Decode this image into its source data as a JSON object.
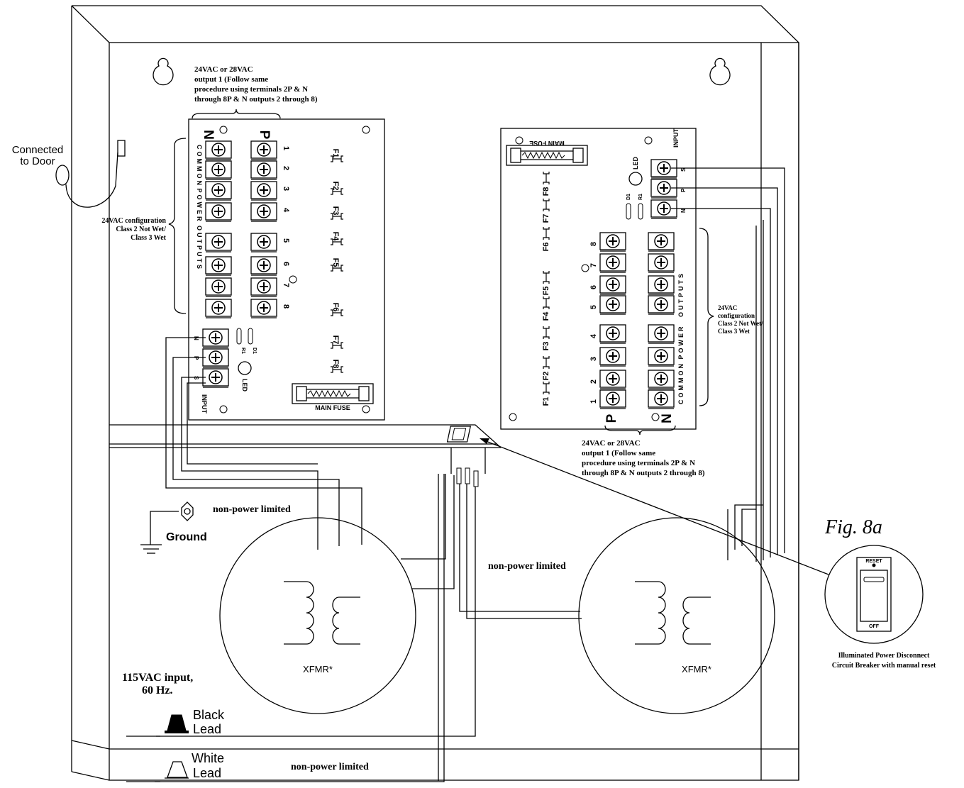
{
  "labels": {
    "connected": "Connected",
    "to_door": "to Door",
    "left_output_1": "24VAC or 28VAC",
    "left_output_2": "output 1 (Follow same",
    "left_output_3": "procedure using terminals 2P & N",
    "left_output_4": "through 8P & N outputs 2 through 8)",
    "left_config_1": "24VAC configuration",
    "left_config_2": "Class 2 Not Wet/",
    "left_config_3": "Class 3 Wet",
    "right_output_1": "24VAC or 28VAC",
    "right_output_2": "output 1 (Follow same",
    "right_output_3": "procedure using terminals 2P & N",
    "right_output_4": "through 8P & N outputs 2 through 8)",
    "right_config_1": "24VAC",
    "right_config_2": "configuration",
    "right_config_3": "Class 2 Not Wet/",
    "right_config_4": "Class 3 Wet",
    "npl_top": "non-power limited",
    "npl_mid": "non-power limited",
    "npl_bottom": "non-power limited",
    "ground": "Ground",
    "input_1": "115VAC input,",
    "input_2": "60 Hz.",
    "black_1": "Black",
    "black_2": "Lead",
    "white_1": "White",
    "white_2": "Lead",
    "xfmr_left": "XFMR*",
    "xfmr_right": "XFMR*",
    "fig": "Fig. 8a",
    "breaker_1": "Illuminated Power Disconnect",
    "breaker_2": "Circuit Breaker with manual reset",
    "reset": "RESET",
    "off": "OFF",
    "main_fuse": "MAIN FUSE",
    "led": "LED",
    "n": "N",
    "p": "P",
    "input": "INPUT",
    "s": "S",
    "r1": "R1",
    "d1": "D1",
    "common": "COMMON",
    "power": "POWER",
    "outputs": "OUTPUTS"
  },
  "left_fuses": [
    "F1",
    "F2",
    "F3",
    "F4",
    "F5",
    "F6",
    "F7",
    "F8"
  ],
  "left_outputs": [
    "1",
    "2",
    "3",
    "4",
    "5",
    "6",
    "7",
    "8"
  ],
  "right_fuses": [
    "F8",
    "F7",
    "F6",
    "F5",
    "F4",
    "F3",
    "F2",
    "F1"
  ],
  "right_outputs": [
    "8",
    "7",
    "6",
    "5",
    "4",
    "3",
    "2",
    "1"
  ]
}
